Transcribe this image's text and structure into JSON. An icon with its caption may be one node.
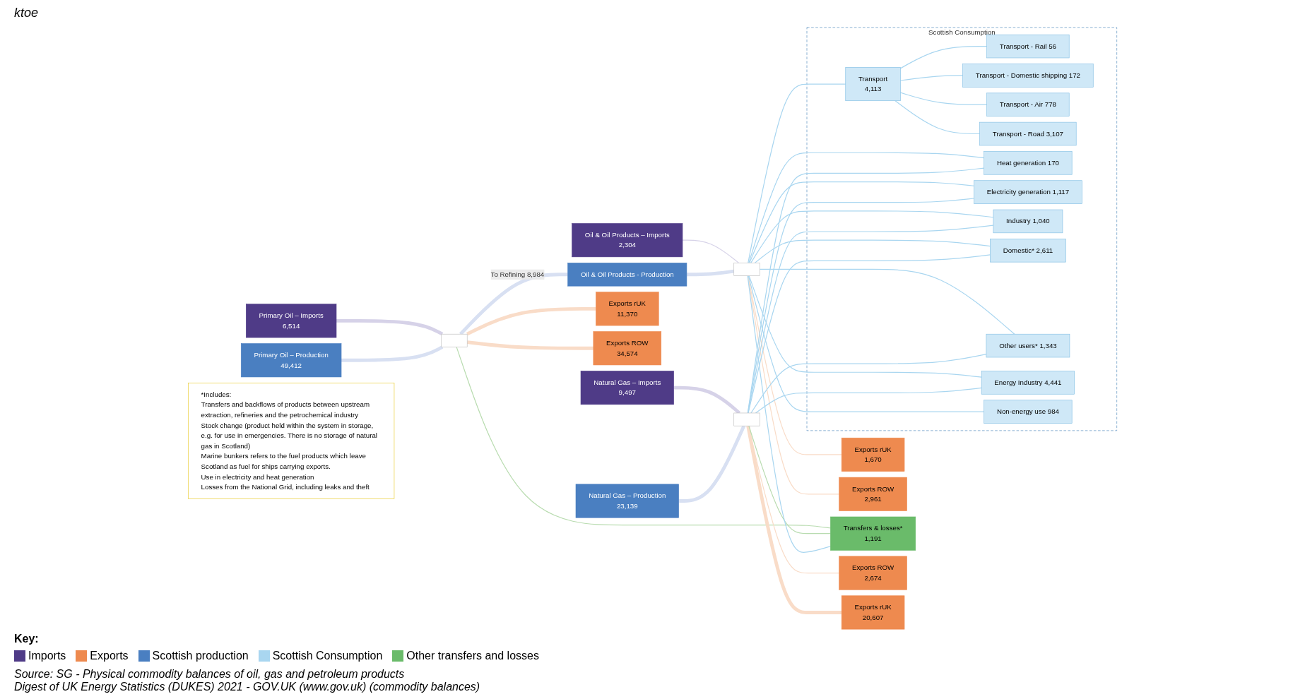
{
  "diagram": {
    "nodes": [
      {
        "text": [
          "Primary Oil – Imports",
          "6,514"
        ]
      },
      {
        "text": [
          "Primary Oil – Production",
          "49,412"
        ]
      },
      {
        "text": [
          "Natural Gas – Imports",
          "9,497"
        ]
      },
      {
        "text": [
          "Natural Gas – Production",
          "23,139"
        ]
      },
      {
        "text": [],
        "shape": "bar"
      },
      {
        "text": [],
        "shape": "bar"
      },
      {
        "text": [
          "Exports rUK",
          "11,370"
        ]
      },
      {
        "text": [
          "Exports ROW",
          "34,574"
        ]
      },
      {
        "text": [
          "Oil & Oil Products – Imports",
          "2,304"
        ]
      },
      {
        "text": [
          "Oil & Oil Products - Production"
        ]
      },
      {
        "text": [],
        "shape": "bar"
      },
      {
        "text": [
          "Exports rUK",
          "1,670"
        ]
      },
      {
        "text": [
          "Exports ROW",
          "2,961"
        ]
      },
      {
        "text": [
          "Transfers & losses*",
          "1,191"
        ]
      },
      {
        "text": [
          "Exports ROW",
          "2,674"
        ]
      },
      {
        "text": [
          "Exports rUK",
          "20,607"
        ]
      },
      {
        "text": [
          "Scottish Consumption"
        ]
      },
      {
        "text": [
          "Transport",
          "4,113"
        ],
        "in": 16
      },
      {
        "text": [
          "Transport - Rail 56"
        ],
        "in": 16
      },
      {
        "text": [
          "Transport - Domestic shipping 172"
        ],
        "in": 16
      },
      {
        "text": [
          "Transport - Air 778"
        ],
        "in": 16
      },
      {
        "text": [
          "Transport - Road 3,107"
        ],
        "in": 16
      },
      {
        "text": [
          "Heat generation 170"
        ],
        "in": 16
      },
      {
        "text": [
          "Electricity generation 1,117"
        ],
        "in": 16
      },
      {
        "text": [
          "Industry 1,040"
        ],
        "in": 16
      },
      {
        "text": [
          "Domestic* 2,611"
        ],
        "in": 16
      },
      {
        "text": [
          "Other users* 1,343"
        ],
        "in": 16
      },
      {
        "text": [
          "Energy Industry 4,441"
        ],
        "in": 16
      },
      {
        "text": [
          "Non-energy use 984"
        ],
        "in": 16
      },
      {
        "text": [
          "*Includes:",
          "Transfers and backflows of products between upstream extraction, refineries and the petrochemical industry",
          "Stock change (product held within the system in storage, e.g. for use in emergencies. There is no storage of natural gas in Scotland)",
          "Marine bunkers refers to the fuel products which leave Scotland as fuel for ships carrying exports.",
          "Use in electricity and heat generation",
          "Losses from the National Grid, including leaks and theft"
        ]
      }
    ],
    "edges": [
      {
        "from": 0,
        "to": 4,
        "arrow": "none",
        "style": "thick",
        "color": "#d6d2e8"
      },
      {
        "from": 1,
        "to": 4,
        "arrow": "none",
        "style": "thick",
        "color": "#d8e0f2"
      },
      {
        "from": 4,
        "to": 9,
        "arrow": "none",
        "label": "To Refining 8,984",
        "style": "thick",
        "color": "#d8e0f2"
      },
      {
        "from": 4,
        "to": 6,
        "arrow": "none",
        "style": "thick",
        "color": "#f9dcc8"
      },
      {
        "from": 4,
        "to": 7,
        "arrow": "none",
        "style": "thick",
        "color": "#f9dcc8"
      },
      {
        "from": 4,
        "to": 13,
        "arrow": "none",
        "color": "#b9dcb0"
      },
      {
        "from": 2,
        "to": 5,
        "arrow": "none",
        "style": "thick",
        "color": "#d6d2e8"
      },
      {
        "from": 3,
        "to": 5,
        "arrow": "none",
        "style": "thick",
        "color": "#d8e0f2"
      },
      {
        "from": 5,
        "to": 14,
        "arrow": "none",
        "color": "#f9dcc8"
      },
      {
        "from": 5,
        "to": 15,
        "arrow": "none",
        "style": "thick",
        "color": "#f9dcc8"
      },
      {
        "from": 5,
        "to": 13,
        "arrow": "none",
        "color": "#b9dcb0"
      },
      {
        "from": 8,
        "to": 10,
        "arrow": "none",
        "color": "#d6d2e8"
      },
      {
        "from": 9,
        "to": 10,
        "arrow": "none",
        "style": "thick",
        "color": "#d8e0f2"
      },
      {
        "from": 10,
        "to": 11,
        "arrow": "none",
        "color": "#f9dcc8"
      },
      {
        "from": 10,
        "to": 12,
        "arrow": "none",
        "color": "#f9dcc8"
      },
      {
        "from": 10,
        "to": 13,
        "arrow": "none"
      },
      {
        "from": 10,
        "to": 17,
        "arrow": "none"
      },
      {
        "from": 10,
        "to": 22,
        "arrow": "none"
      },
      {
        "from": 10,
        "to": 23,
        "arrow": "none"
      },
      {
        "from": 10,
        "to": 24,
        "arrow": "none"
      },
      {
        "from": 10,
        "to": 25,
        "arrow": "none"
      },
      {
        "from": 10,
        "to": 26,
        "arrow": "none"
      },
      {
        "from": 10,
        "to": 27,
        "arrow": "none"
      },
      {
        "from": 10,
        "to": 28,
        "arrow": "none"
      },
      {
        "from": 5,
        "to": 22,
        "arrow": "none"
      },
      {
        "from": 5,
        "to": 23,
        "arrow": "none"
      },
      {
        "from": 5,
        "to": 24,
        "arrow": "none"
      },
      {
        "from": 5,
        "to": 25,
        "arrow": "none"
      },
      {
        "from": 5,
        "to": 26,
        "arrow": "none"
      },
      {
        "from": 5,
        "to": 27,
        "arrow": "none"
      },
      {
        "from": 17,
        "to": 18,
        "arrow": "none"
      },
      {
        "from": 17,
        "to": 19,
        "arrow": "none"
      },
      {
        "from": 17,
        "to": 20,
        "arrow": "none"
      },
      {
        "from": 17,
        "to": 21,
        "arrow": "none"
      }
    ],
    "labels": [
      "ktoe",
      "Key:",
      "Source: SG - Physical commodity balances of oil, gas and petroleum products",
      "Digest of UK Energy Statistics (DUKES) 2021 - GOV.UK (www.gov.uk) (commodity balances)"
    ],
    "legend": [
      {
        "text": "Imports",
        "color": "#4f3b87"
      },
      {
        "text": "Exports",
        "color": "#ee8a4f"
      },
      {
        "text": "Scottish production",
        "color": "#4a7fc1"
      },
      {
        "text": "Scottish Consumption",
        "color": "#a9d6f0"
      },
      {
        "text": "Other transfers and losses",
        "color": "#6abb6a"
      }
    ]
  }
}
